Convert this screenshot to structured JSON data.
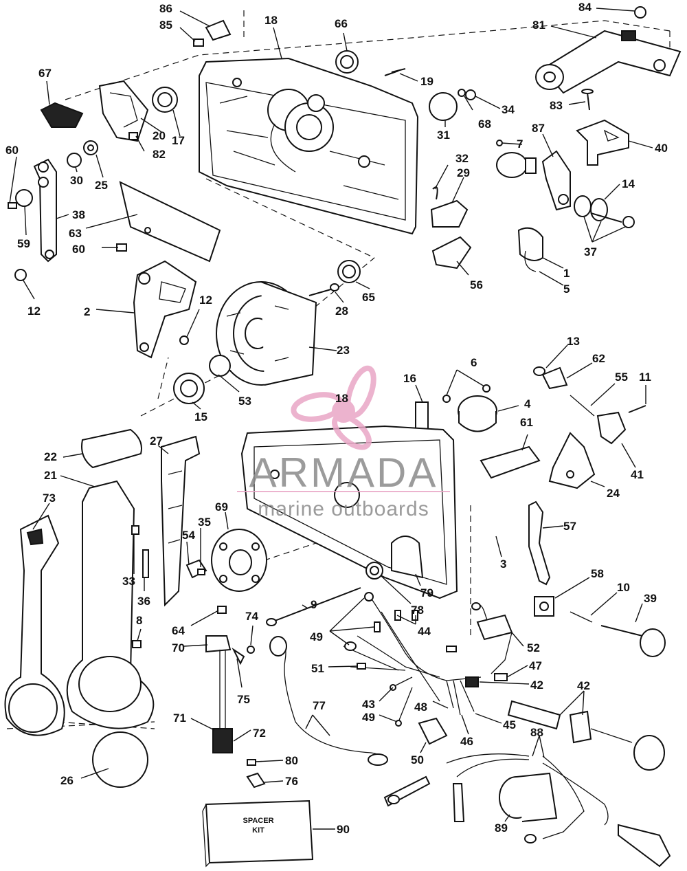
{
  "watermark": {
    "name": "ARMADA",
    "tagline": "marine outboards",
    "logo_color": "#e9a6c6",
    "text_color": "#8a8a8a"
  },
  "spacer_kit": {
    "line1": "SPACER",
    "line2": "KIT"
  },
  "callouts": [
    {
      "num": "86"
    },
    {
      "num": "85"
    },
    {
      "num": "18"
    },
    {
      "num": "66"
    },
    {
      "num": "84"
    },
    {
      "num": "81"
    },
    {
      "num": "67"
    },
    {
      "num": "19"
    },
    {
      "num": "34"
    },
    {
      "num": "68"
    },
    {
      "num": "83"
    },
    {
      "num": "17"
    },
    {
      "num": "20"
    },
    {
      "num": "31"
    },
    {
      "num": "87"
    },
    {
      "num": "40"
    },
    {
      "num": "60"
    },
    {
      "num": "82"
    },
    {
      "num": "7"
    },
    {
      "num": "30"
    },
    {
      "num": "25"
    },
    {
      "num": "32"
    },
    {
      "num": "29"
    },
    {
      "num": "14"
    },
    {
      "num": "38"
    },
    {
      "num": "63"
    },
    {
      "num": "59"
    },
    {
      "num": "60"
    },
    {
      "num": "37"
    },
    {
      "num": "1"
    },
    {
      "num": "5"
    },
    {
      "num": "56"
    },
    {
      "num": "12"
    },
    {
      "num": "2"
    },
    {
      "num": "12"
    },
    {
      "num": "28"
    },
    {
      "num": "65"
    },
    {
      "num": "23"
    },
    {
      "num": "13"
    },
    {
      "num": "62"
    },
    {
      "num": "6"
    },
    {
      "num": "16"
    },
    {
      "num": "4"
    },
    {
      "num": "55"
    },
    {
      "num": "11"
    },
    {
      "num": "53"
    },
    {
      "num": "15"
    },
    {
      "num": "18"
    },
    {
      "num": "61"
    },
    {
      "num": "41"
    },
    {
      "num": "22"
    },
    {
      "num": "27"
    },
    {
      "num": "24"
    },
    {
      "num": "21"
    },
    {
      "num": "73"
    },
    {
      "num": "35"
    },
    {
      "num": "69"
    },
    {
      "num": "57"
    },
    {
      "num": "54"
    },
    {
      "num": "3"
    },
    {
      "num": "33"
    },
    {
      "num": "79"
    },
    {
      "num": "36"
    },
    {
      "num": "78"
    },
    {
      "num": "58"
    },
    {
      "num": "10"
    },
    {
      "num": "39"
    },
    {
      "num": "9"
    },
    {
      "num": "74"
    },
    {
      "num": "64"
    },
    {
      "num": "8"
    },
    {
      "num": "49"
    },
    {
      "num": "44"
    },
    {
      "num": "70"
    },
    {
      "num": "52"
    },
    {
      "num": "51"
    },
    {
      "num": "47"
    },
    {
      "num": "75"
    },
    {
      "num": "42"
    },
    {
      "num": "42"
    },
    {
      "num": "43"
    },
    {
      "num": "48"
    },
    {
      "num": "77"
    },
    {
      "num": "49"
    },
    {
      "num": "71"
    },
    {
      "num": "72"
    },
    {
      "num": "45"
    },
    {
      "num": "46"
    },
    {
      "num": "88"
    },
    {
      "num": "50"
    },
    {
      "num": "80"
    },
    {
      "num": "26"
    },
    {
      "num": "76"
    },
    {
      "num": "89"
    },
    {
      "num": "90"
    }
  ]
}
